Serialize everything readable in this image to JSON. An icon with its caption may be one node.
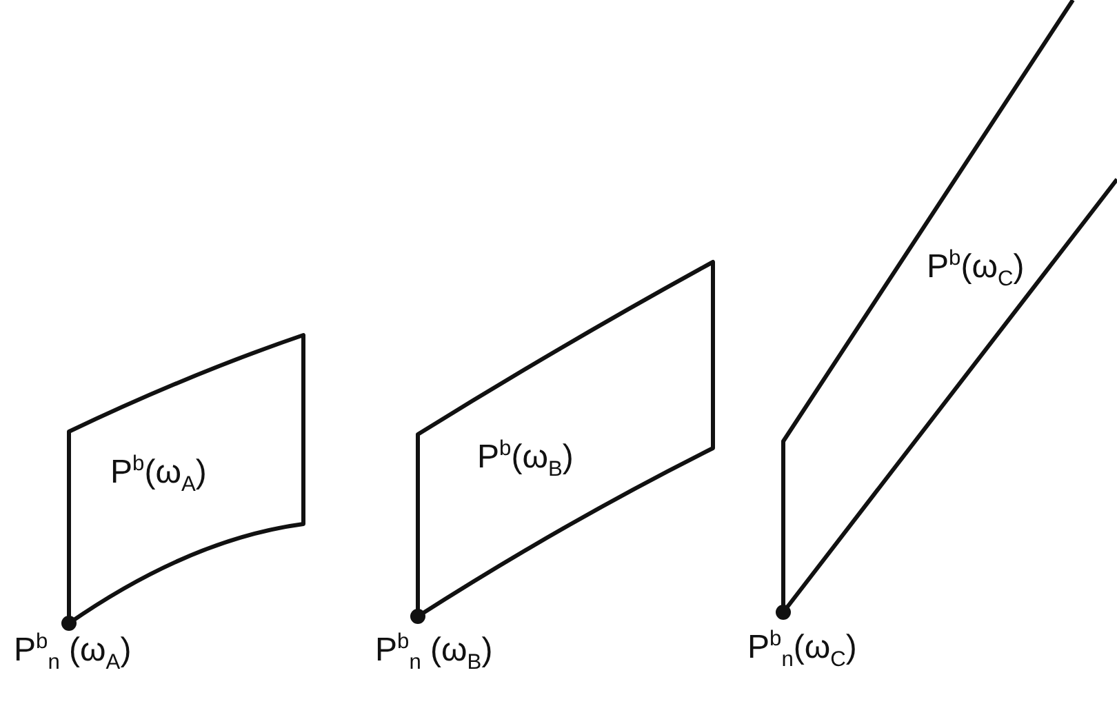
{
  "diagram": {
    "nodes": [
      {
        "text": [
          "P$^{b}$(ω$_{A}$)"
        ]
      },
      {
        "text": [
          "P$^{b}$(ω$_{B}$)"
        ]
      },
      {
        "text": [
          "P$^{b}$(ω$_{C}$)"
        ]
      }
    ],
    "edges": [],
    "labels": [
      "P$^{b}$$_{n}$ (ω$_{A}$)",
      "P$^{b}$$_{n}$ (ω$_{B}$)",
      "P$^{b}$$_{n}$(ω$_{C}$)"
    ]
  }
}
